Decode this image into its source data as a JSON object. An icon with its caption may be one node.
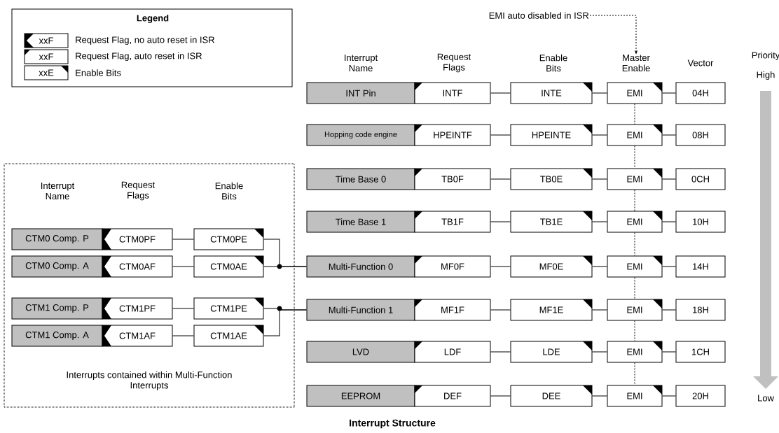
{
  "diagram": {
    "caption": "Interrupt Structure",
    "nodes": [
      {
        "text": [
          "EMI auto disabled in ISR"
        ]
      },
      {
        "text": [
          "INT Pin"
        ]
      },
      {
        "text": [
          "INTF"
        ]
      },
      {
        "text": [
          "INTE"
        ]
      },
      {
        "text": [
          "EMI"
        ]
      },
      {
        "text": [
          "04H"
        ]
      },
      {
        "text": [
          "Hopping code engine"
        ]
      },
      {
        "text": [
          "HPEINTF"
        ]
      },
      {
        "text": [
          "HPEINTE"
        ]
      },
      {
        "text": [
          "EMI"
        ]
      },
      {
        "text": [
          "08H"
        ]
      },
      {
        "text": [
          "Time Base 0"
        ]
      },
      {
        "text": [
          "TB0F"
        ]
      },
      {
        "text": [
          "TB0E"
        ]
      },
      {
        "text": [
          "EMI"
        ]
      },
      {
        "text": [
          "0CH"
        ]
      },
      {
        "text": [
          "Time Base 1"
        ]
      },
      {
        "text": [
          "TB1F"
        ]
      },
      {
        "text": [
          "TB1E"
        ]
      },
      {
        "text": [
          "EMI"
        ]
      },
      {
        "text": [
          "10H"
        ]
      },
      {
        "text": [
          "Multi-Function 0"
        ]
      },
      {
        "text": [
          "MF0F"
        ]
      },
      {
        "text": [
          "MF0E"
        ]
      },
      {
        "text": [
          "EMI"
        ]
      },
      {
        "text": [
          "14H"
        ]
      },
      {
        "text": [
          "Multi-Function 1"
        ]
      },
      {
        "text": [
          "MF1F"
        ]
      },
      {
        "text": [
          "MF1E"
        ]
      },
      {
        "text": [
          "EMI"
        ]
      },
      {
        "text": [
          "18H"
        ]
      },
      {
        "text": [
          "LVD"
        ]
      },
      {
        "text": [
          "LDF"
        ]
      },
      {
        "text": [
          "LDE"
        ]
      },
      {
        "text": [
          "EMI"
        ]
      },
      {
        "text": [
          "1CH"
        ]
      },
      {
        "text": [
          "EEPROM"
        ]
      },
      {
        "text": [
          "DEF"
        ]
      },
      {
        "text": [
          "DEE"
        ]
      },
      {
        "text": [
          "EMI"
        ]
      },
      {
        "text": [
          "20H"
        ]
      },
      {
        "text": [
          "Interrupts contained within Multi-Function Interrupts"
        ]
      },
      {
        "text": [
          "CTM0 Comp. P"
        ],
        "in": 41
      },
      {
        "text": [
          "CTM0PF"
        ],
        "in": 41
      },
      {
        "text": [
          "CTM0PE"
        ],
        "in": 41
      },
      {
        "text": [
          "CTM0 Comp. A"
        ],
        "in": 41
      },
      {
        "text": [
          "CTM0AF"
        ],
        "in": 41
      },
      {
        "text": [
          "CTM0AE"
        ],
        "in": 41
      },
      {
        "text": [
          "CTM1 Comp. P"
        ],
        "in": 41
      },
      {
        "text": [
          "CTM1PF"
        ],
        "in": 41
      },
      {
        "text": [
          "CTM1PE"
        ],
        "in": 41
      },
      {
        "text": [
          "CTM1 Comp. A"
        ],
        "in": 41
      },
      {
        "text": [
          "CTM1AF"
        ],
        "in": 41
      },
      {
        "text": [
          "CTM1AE"
        ],
        "in": 41
      },
      {
        "text": [
          "Master Enable"
        ]
      }
    ],
    "edges": [
      {
        "from": 0,
        "to": 54,
        "arrow": "to",
        "style": "dashed"
      },
      {
        "from": 2,
        "to": 3,
        "arrow": "none"
      },
      {
        "from": 3,
        "to": 4,
        "arrow": "none"
      },
      {
        "from": 4,
        "to": 5,
        "arrow": "none"
      },
      {
        "from": 7,
        "to": 8,
        "arrow": "none"
      },
      {
        "from": 8,
        "to": 9,
        "arrow": "none"
      },
      {
        "from": 9,
        "to": 10,
        "arrow": "none"
      },
      {
        "from": 12,
        "to": 13,
        "arrow": "none"
      },
      {
        "from": 13,
        "to": 14,
        "arrow": "none"
      },
      {
        "from": 14,
        "to": 15,
        "arrow": "none"
      },
      {
        "from": 17,
        "to": 18,
        "arrow": "none"
      },
      {
        "from": 18,
        "to": 19,
        "arrow": "none"
      },
      {
        "from": 19,
        "to": 20,
        "arrow": "none"
      },
      {
        "from": 22,
        "to": 23,
        "arrow": "none"
      },
      {
        "from": 23,
        "to": 24,
        "arrow": "none"
      },
      {
        "from": 24,
        "to": 25,
        "arrow": "none"
      },
      {
        "from": 27,
        "to": 28,
        "arrow": "none"
      },
      {
        "from": 28,
        "to": 29,
        "arrow": "none"
      },
      {
        "from": 29,
        "to": 30,
        "arrow": "none"
      },
      {
        "from": 32,
        "to": 33,
        "arrow": "none"
      },
      {
        "from": 33,
        "to": 34,
        "arrow": "none"
      },
      {
        "from": 34,
        "to": 35,
        "arrow": "none"
      },
      {
        "from": 37,
        "to": 38,
        "arrow": "none"
      },
      {
        "from": 38,
        "to": 39,
        "arrow": "none"
      },
      {
        "from": 39,
        "to": 40,
        "arrow": "none"
      },
      {
        "from": 4,
        "to": 9,
        "arrow": "none",
        "style": "dashed"
      },
      {
        "from": 9,
        "to": 14,
        "arrow": "none",
        "style": "dashed"
      },
      {
        "from": 14,
        "to": 19,
        "arrow": "none",
        "style": "dashed"
      },
      {
        "from": 19,
        "to": 24,
        "arrow": "none",
        "style": "dashed"
      },
      {
        "from": 24,
        "to": 29,
        "arrow": "none",
        "style": "dashed"
      },
      {
        "from": 29,
        "to": 34,
        "arrow": "none",
        "style": "dashed"
      },
      {
        "from": 34,
        "to": 39,
        "arrow": "none",
        "style": "dashed"
      },
      {
        "from": 43,
        "to": 44,
        "arrow": "none"
      },
      {
        "from": 46,
        "to": 47,
        "arrow": "none"
      },
      {
        "from": 49,
        "to": 50,
        "arrow": "none"
      },
      {
        "from": 52,
        "to": 53,
        "arrow": "none"
      },
      {
        "from": 44,
        "to": 21,
        "arrow": "none"
      },
      {
        "from": 47,
        "to": 21,
        "arrow": "none"
      },
      {
        "from": 50,
        "to": 26,
        "arrow": "none"
      },
      {
        "from": 53,
        "to": 26,
        "arrow": "none"
      }
    ],
    "labels": [
      "Legend",
      "xxF",
      "xxF",
      "xxE",
      "Interrupt Name",
      "Request Flags",
      "Enable Bits",
      "Vector",
      "Priority",
      "High",
      "Interrupt Name",
      "Request Flags",
      "Enable Bits",
      "Low"
    ],
    "legend": [
      {
        "text": "Request Flag, no auto reset in ISR"
      },
      {
        "text": "Request Flag, auto reset in ISR"
      },
      {
        "text": "Enable Bits"
      }
    ]
  }
}
